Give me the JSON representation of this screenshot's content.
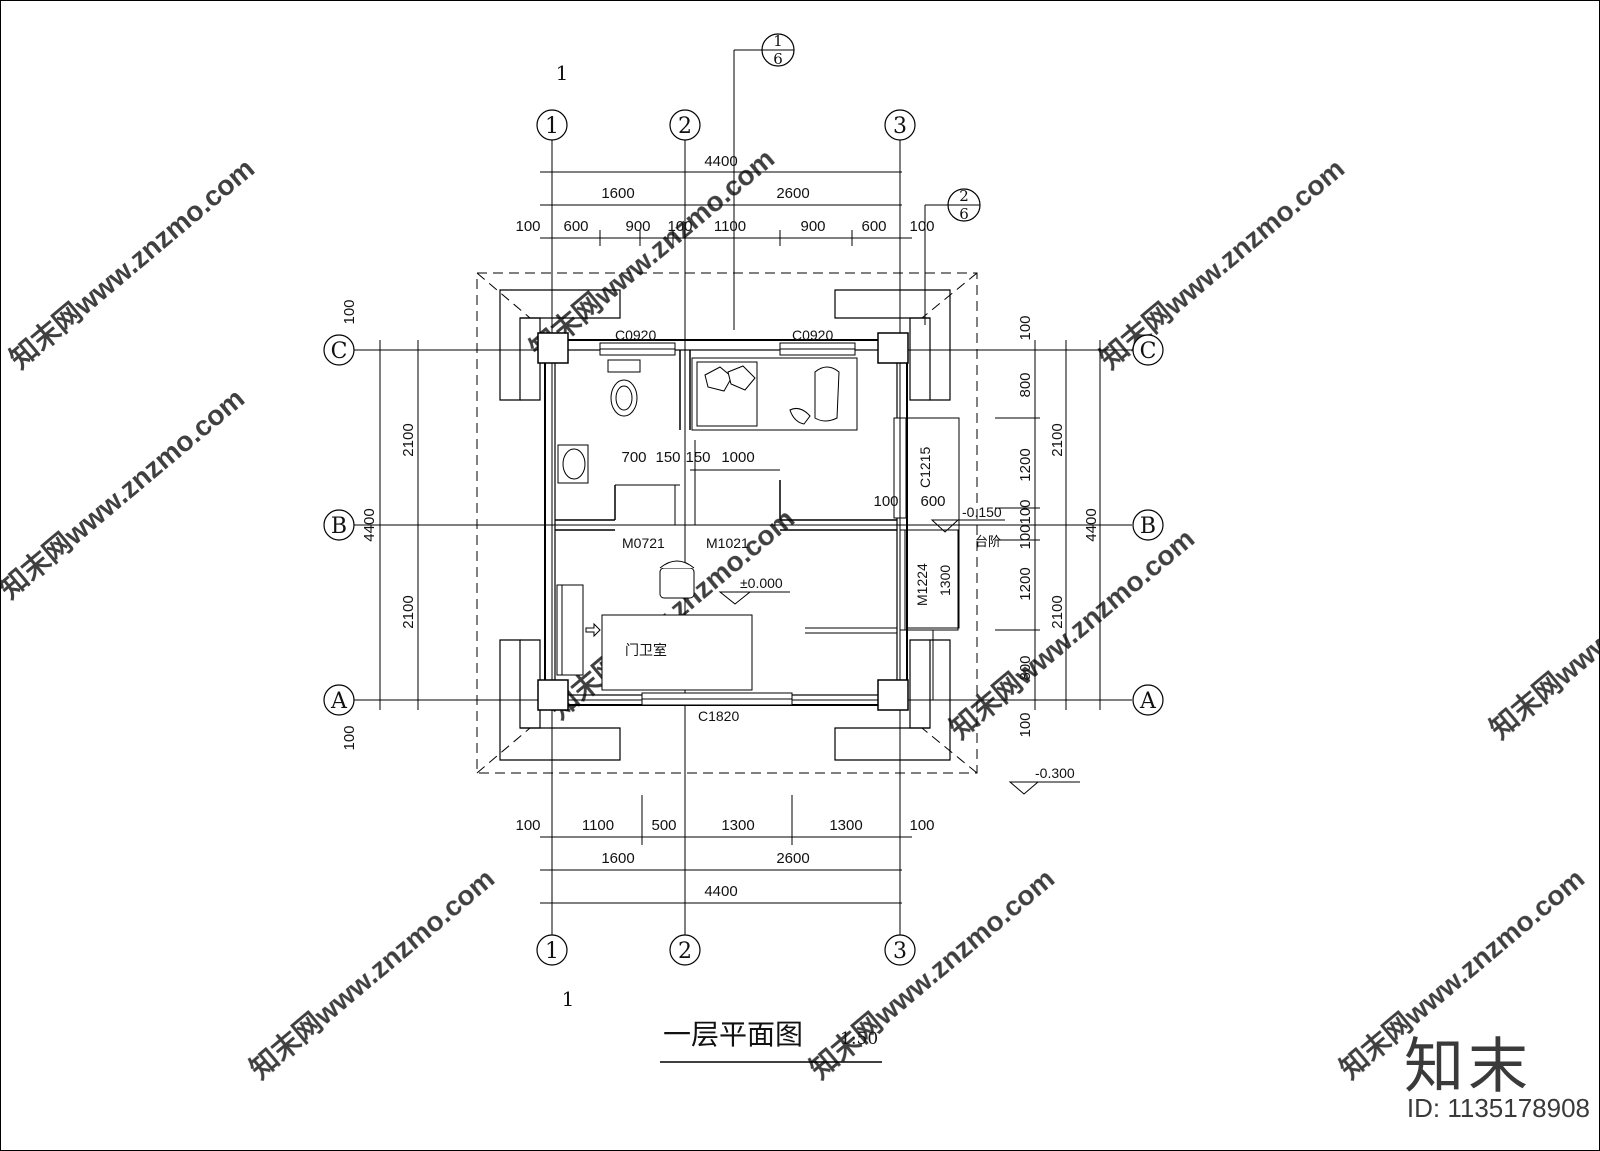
{
  "drawing": {
    "title": "一层平面图",
    "scale": "1:50",
    "section_mark_top": "1",
    "section_mark_bottom": "1"
  },
  "axes": {
    "vertical": [
      "1",
      "2",
      "3"
    ],
    "horizontal": [
      "C",
      "B",
      "A"
    ]
  },
  "index_symbols": [
    {
      "num": "1",
      "sheet": "6"
    },
    {
      "num": "2",
      "sheet": "6"
    }
  ],
  "dimensions": {
    "top_total": "4400",
    "top_bays": [
      "1600",
      "2600"
    ],
    "top_detail": [
      "100",
      "600",
      "900",
      "100",
      "1100",
      "900",
      "600",
      "100"
    ],
    "bottom_detail": [
      "100",
      "1100",
      "500",
      "1300",
      "1300",
      "100"
    ],
    "bottom_bays": [
      "1600",
      "2600"
    ],
    "bottom_total": "4400",
    "left_top": "100",
    "left_bay_upper": "2100",
    "left_total": "4400",
    "left_bay_lower": "2100",
    "left_bottom": "100",
    "right_detail": [
      "100",
      "800",
      "1200",
      "100",
      "100",
      "1200",
      "800",
      "100"
    ],
    "right_bays": [
      "2100",
      "2100"
    ],
    "right_total": "4400",
    "interior": [
      "700",
      "150",
      "150",
      "1000"
    ],
    "porch": [
      "100",
      "600"
    ]
  },
  "labels": {
    "window_c1": "C0920",
    "window_c2": "C0920",
    "window_side": "C1215",
    "window_front": "C1820",
    "door_toilet": "M0721",
    "door_bed": "M1021",
    "door_main": "M1224",
    "room": "门卫室",
    "floor_level": "±0.000",
    "porch_level": "-0.150",
    "step": "台阶",
    "porch_width": "1300",
    "outside_level": "-0.300"
  },
  "watermark": {
    "text": "知末网www.znzmo.com",
    "brand": "知末",
    "id": "ID: 1135178908"
  }
}
